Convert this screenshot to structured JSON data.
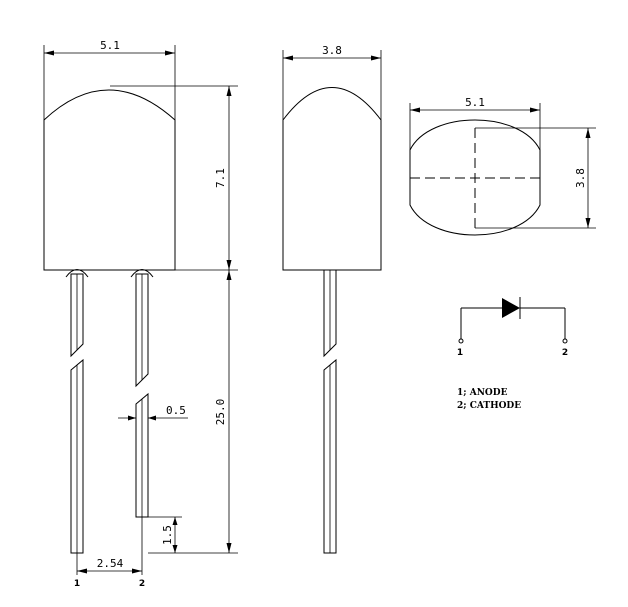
{
  "front_view": {
    "dim_width": "5.1",
    "dim_height": "7.1",
    "dim_lead_length": "25.0",
    "dim_lead_width": "0.5",
    "dim_offset": "1.5",
    "dim_pitch": "2.54",
    "pin_1": "1",
    "pin_2": "2"
  },
  "side_view": {
    "dim_width": "3.8"
  },
  "top_view": {
    "dim_width": "5.1",
    "dim_height": "3.8"
  },
  "schematic": {
    "pin_1": "1",
    "pin_2": "2"
  },
  "legend": {
    "anode": "1; ANODE",
    "cathode": "2; CATHODE"
  }
}
